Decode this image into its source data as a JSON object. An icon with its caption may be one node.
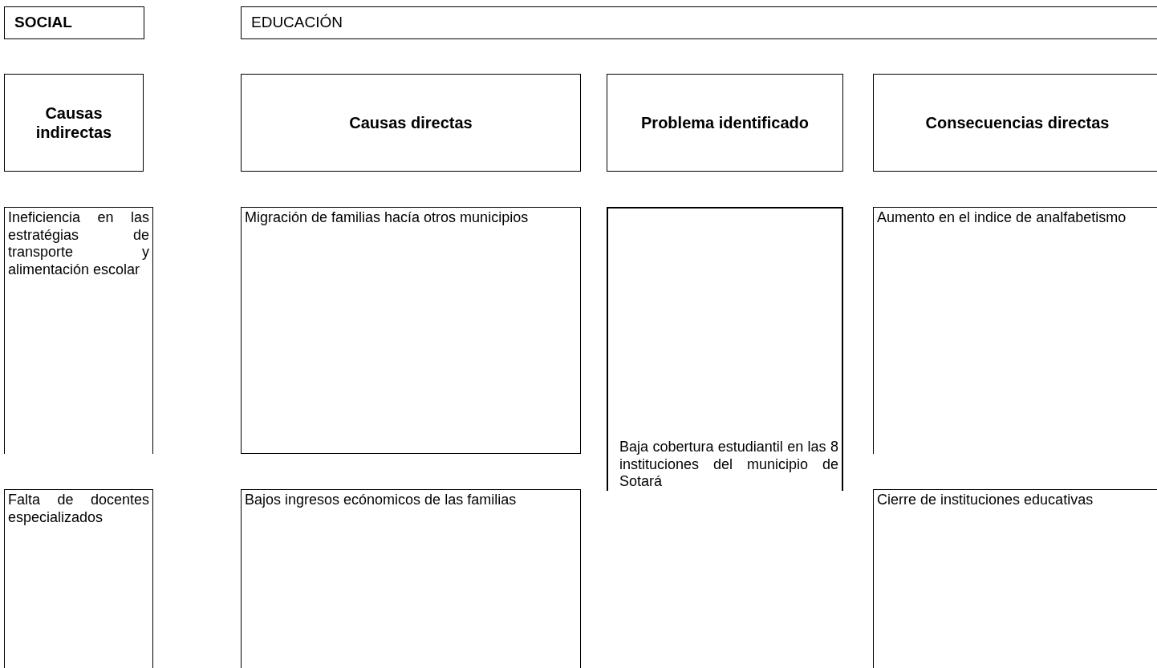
{
  "diagram": {
    "nodes": [
      {
        "text": [
          "SOCIAL"
        ]
      },
      {
        "text": [
          "EDUCACIÓN"
        ]
      },
      {
        "text": [
          "Causas indirectas"
        ]
      },
      {
        "text": [
          "Causas directas"
        ]
      },
      {
        "text": [
          "Problema identificado"
        ]
      },
      {
        "text": [
          "Consecuencias directas"
        ]
      },
      {
        "text": [
          "Ineficiencia en las estratégias de transporte y alimentación escolar"
        ]
      },
      {
        "text": [
          "Migración de familias hacía otros municipios"
        ]
      },
      {
        "text": [
          "Baja cobertura estudiantil en las 8 instituciones del municipio de Sotará"
        ]
      },
      {
        "text": [
          "Aumento en el indice de analfabetismo"
        ]
      },
      {
        "text": [
          "Falta de docentes especializados"
        ]
      },
      {
        "text": [
          "Bajos ingresos ecónomicos de las familias"
        ]
      },
      {
        "text": [
          "Cierre de instituciones educativas"
        ]
      }
    ]
  }
}
